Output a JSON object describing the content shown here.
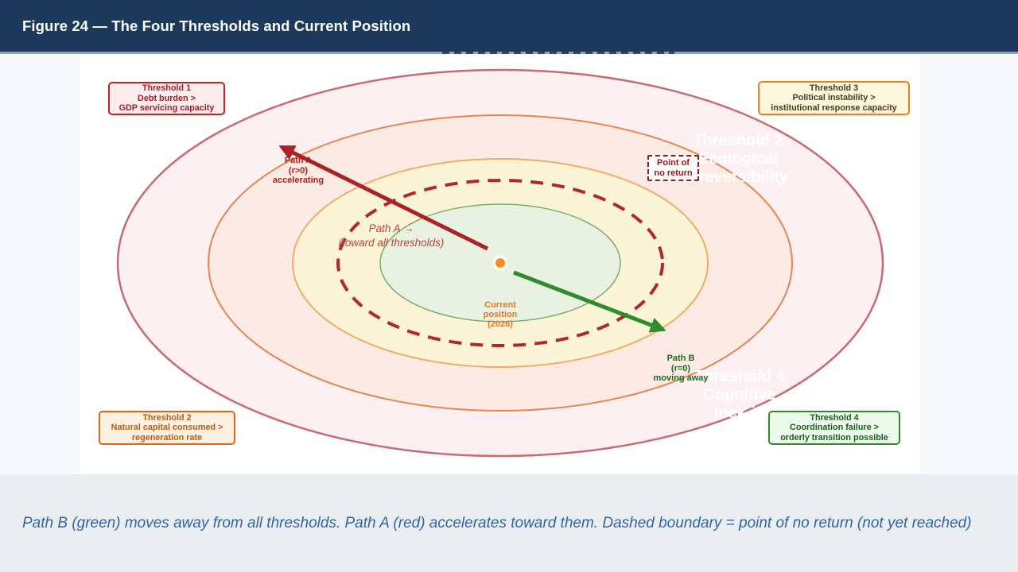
{
  "header": {
    "title": "Figure 24 — The Four Thresholds and Current Position"
  },
  "threshold_boxes": {
    "t1": {
      "lines": [
        "Threshold 1",
        "Debt burden >",
        "GDP servicing capacity"
      ]
    },
    "t2": {
      "lines": [
        "Threshold 2",
        "Natural capital consumed >",
        "regeneration rate"
      ]
    },
    "t3": {
      "lines": [
        "Threshold 3",
        "Political instability >",
        "institutional response capacity"
      ]
    },
    "t4": {
      "lines": [
        "Threshold 4",
        "Coordination failure >",
        "orderly transition possible"
      ]
    }
  },
  "ring_labels": {
    "ecological": {
      "lines": [
        "Threshold 2",
        "Ecological",
        "irreversibility"
      ]
    },
    "cognitive": {
      "lines": [
        "Threshold 4",
        "Cognitive",
        "lock-in"
      ]
    }
  },
  "paths": {
    "path_a": {
      "label_lines": [
        "Path A",
        "(r>0)",
        "accelerating"
      ],
      "annotation_lines": [
        "Path A →",
        "(toward all thresholds)"
      ],
      "color": "#a82323"
    },
    "path_b": {
      "label_lines": [
        "Path B",
        "(r=0)",
        "moving away"
      ],
      "color": "#2e8b2e"
    }
  },
  "center_marker": {
    "lines": [
      "Current",
      "position",
      "(2026)"
    ],
    "dot_color": "#f28c28"
  },
  "point_of_no_return": {
    "lines": [
      "Point of",
      "no return"
    ]
  },
  "caption": {
    "text": "Path B (green) moves away from all thresholds. Path A (red) accelerates toward them. Dashed boundary = point of no return (not yet reached)"
  },
  "colors": {
    "header_bg": "#1c395b",
    "outer_ring_stroke": "#c96a6e",
    "ring2_stroke": "#e5854e",
    "ring3_stroke": "#f2ab62",
    "inner_ring_stroke": "#79ae6a",
    "dashed_boundary": "#b02828",
    "caption_text": "#2f66a3"
  }
}
